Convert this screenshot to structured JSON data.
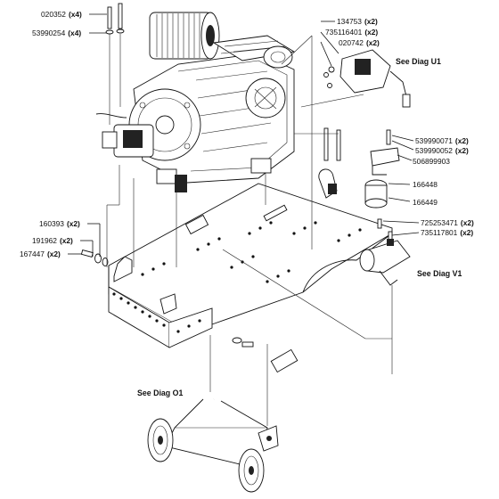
{
  "callouts": [
    {
      "part": "020352",
      "qty": "(x4)"
    },
    {
      "part": "53990254",
      "qty": "(x4)"
    },
    {
      "part": "134753",
      "qty": "(x2)"
    },
    {
      "part": "735116401",
      "qty": "(x2)"
    },
    {
      "part": "020742",
      "qty": "(x2)"
    },
    {
      "part": "539990071",
      "qty": "(x2)"
    },
    {
      "part": "539990052",
      "qty": "(x2)"
    },
    {
      "part": "506899903",
      "qty": ""
    },
    {
      "part": "166448",
      "qty": ""
    },
    {
      "part": "166449",
      "qty": ""
    },
    {
      "part": "725253471",
      "qty": "(x2)"
    },
    {
      "part": "735117801",
      "qty": "(x2)"
    },
    {
      "part": "160393",
      "qty": "(x2)"
    },
    {
      "part": "191962",
      "qty": "(x2)"
    },
    {
      "part": "167447",
      "qty": "(x2)"
    }
  ],
  "references": [
    {
      "text": "See Diag U1"
    },
    {
      "text": "See Diag V1"
    },
    {
      "text": "See Diag O1"
    }
  ]
}
